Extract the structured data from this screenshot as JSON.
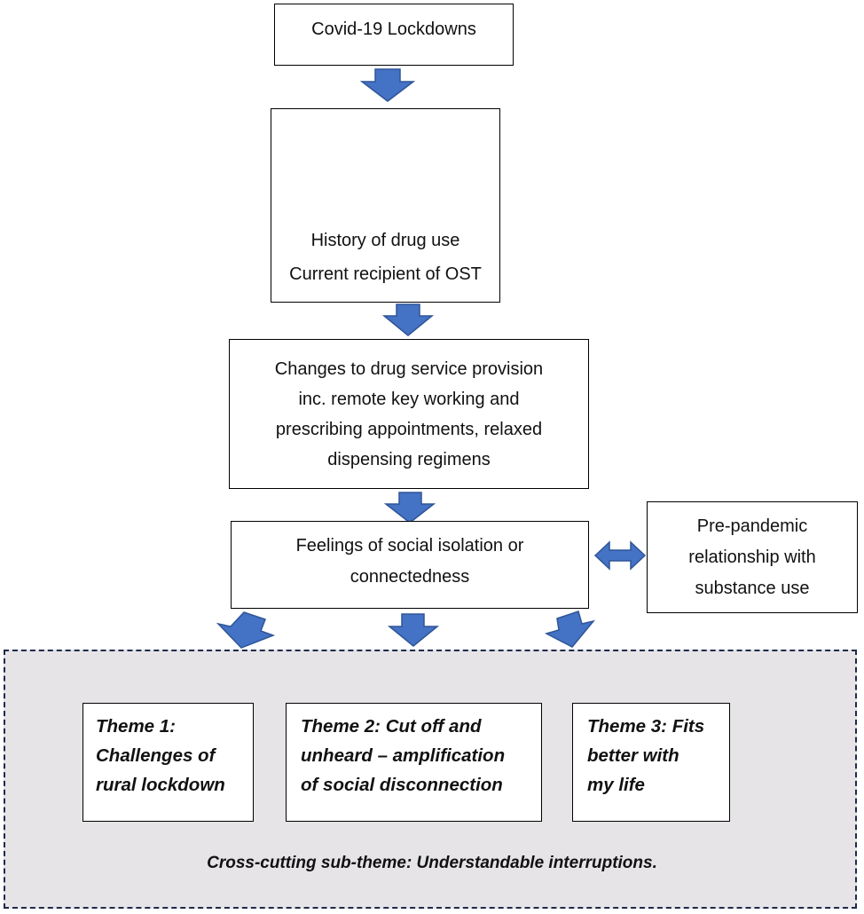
{
  "nodes": {
    "lockdowns": "Covid-19 Lockdowns",
    "history_line1": "History of drug use",
    "history_line2": "Current recipient of OST",
    "changes_line1": "Changes to drug service provision",
    "changes_line2": "inc. remote key working and",
    "changes_line3": "prescribing appointments, relaxed",
    "changes_line4": "dispensing regimens",
    "feelings_line1": "Feelings of social isolation or",
    "feelings_line2": "connectedness",
    "prepandemic_line1": "Pre-pandemic",
    "prepandemic_line2": "relationship with",
    "prepandemic_line3": "substance use"
  },
  "themes": {
    "theme1_line1": "Theme 1:",
    "theme1_line2": "Challenges of",
    "theme1_line3": "rural lockdown",
    "theme2_line1": "Theme 2: Cut off and",
    "theme2_line2": "unheard – amplification",
    "theme2_line3": "of social disconnection",
    "theme3_line1": "Theme 3: Fits",
    "theme3_line2": "better with",
    "theme3_line3": "my life"
  },
  "cross_cutting": "Cross-cutting sub-theme: Understandable interruptions.",
  "colors": {
    "arrow_fill": "#4472c4",
    "arrow_stroke": "#2f5597",
    "container_fill": "#e6e4e7",
    "container_border": "#1e2a4a"
  }
}
